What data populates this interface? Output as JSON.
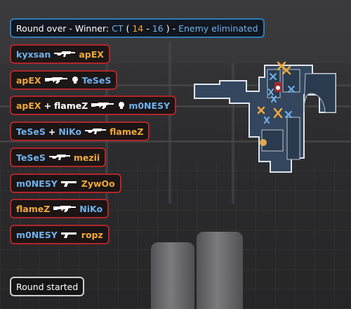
{
  "header": {
    "prefix": "Round over - Winner: ",
    "team": "CT",
    "score_open": " (",
    "score_ct": "14",
    "score_sep": " - ",
    "score_t": "16",
    "score_close": ")",
    "dash": " - ",
    "reason": "Enemy eliminated"
  },
  "kills": [
    {
      "killer": "kyxsan",
      "killer_team": "ct",
      "assist": "",
      "assist_team": "",
      "weapon": "rifle-icon",
      "headshot": false,
      "victim": "apEX",
      "victim_team": "t"
    },
    {
      "killer": "apEX",
      "killer_team": "t",
      "assist": "",
      "assist_team": "",
      "weapon": "ak47-icon",
      "headshot": true,
      "victim": "TeSeS",
      "victim_team": "ct"
    },
    {
      "killer": "apEX",
      "killer_team": "t",
      "assist": "flameZ",
      "assist_team": "white",
      "weapon": "ak47-icon",
      "headshot": true,
      "victim": "m0NESY",
      "victim_team": "ct"
    },
    {
      "killer": "TeSeS",
      "killer_team": "ct",
      "assist": "NiKo",
      "assist_team": "ct",
      "weapon": "rifle-icon",
      "headshot": false,
      "victim": "flameZ",
      "victim_team": "t"
    },
    {
      "killer": "TeSeS",
      "killer_team": "ct",
      "assist": "",
      "assist_team": "",
      "weapon": "rifle-icon",
      "headshot": false,
      "victim": "mezii",
      "victim_team": "t"
    },
    {
      "killer": "m0NESY",
      "killer_team": "ct",
      "assist": "",
      "assist_team": "",
      "weapon": "pistol-icon",
      "headshot": false,
      "victim": "ZywOo",
      "victim_team": "t"
    },
    {
      "killer": "flameZ",
      "killer_team": "t",
      "assist": "",
      "assist_team": "",
      "weapon": "ak47-icon",
      "headshot": false,
      "victim": "NiKo",
      "victim_team": "ct"
    },
    {
      "killer": "m0NESY",
      "killer_team": "ct",
      "assist": "",
      "assist_team": "",
      "weapon": "pistol-icon",
      "headshot": false,
      "victim": "ropz",
      "victim_team": "t"
    }
  ],
  "round_started": "Round started",
  "colors": {
    "ct": "#6fb2ee",
    "t": "#f0a93a",
    "kill_border": "#b0262a",
    "header_border": "#2d7fb8"
  }
}
